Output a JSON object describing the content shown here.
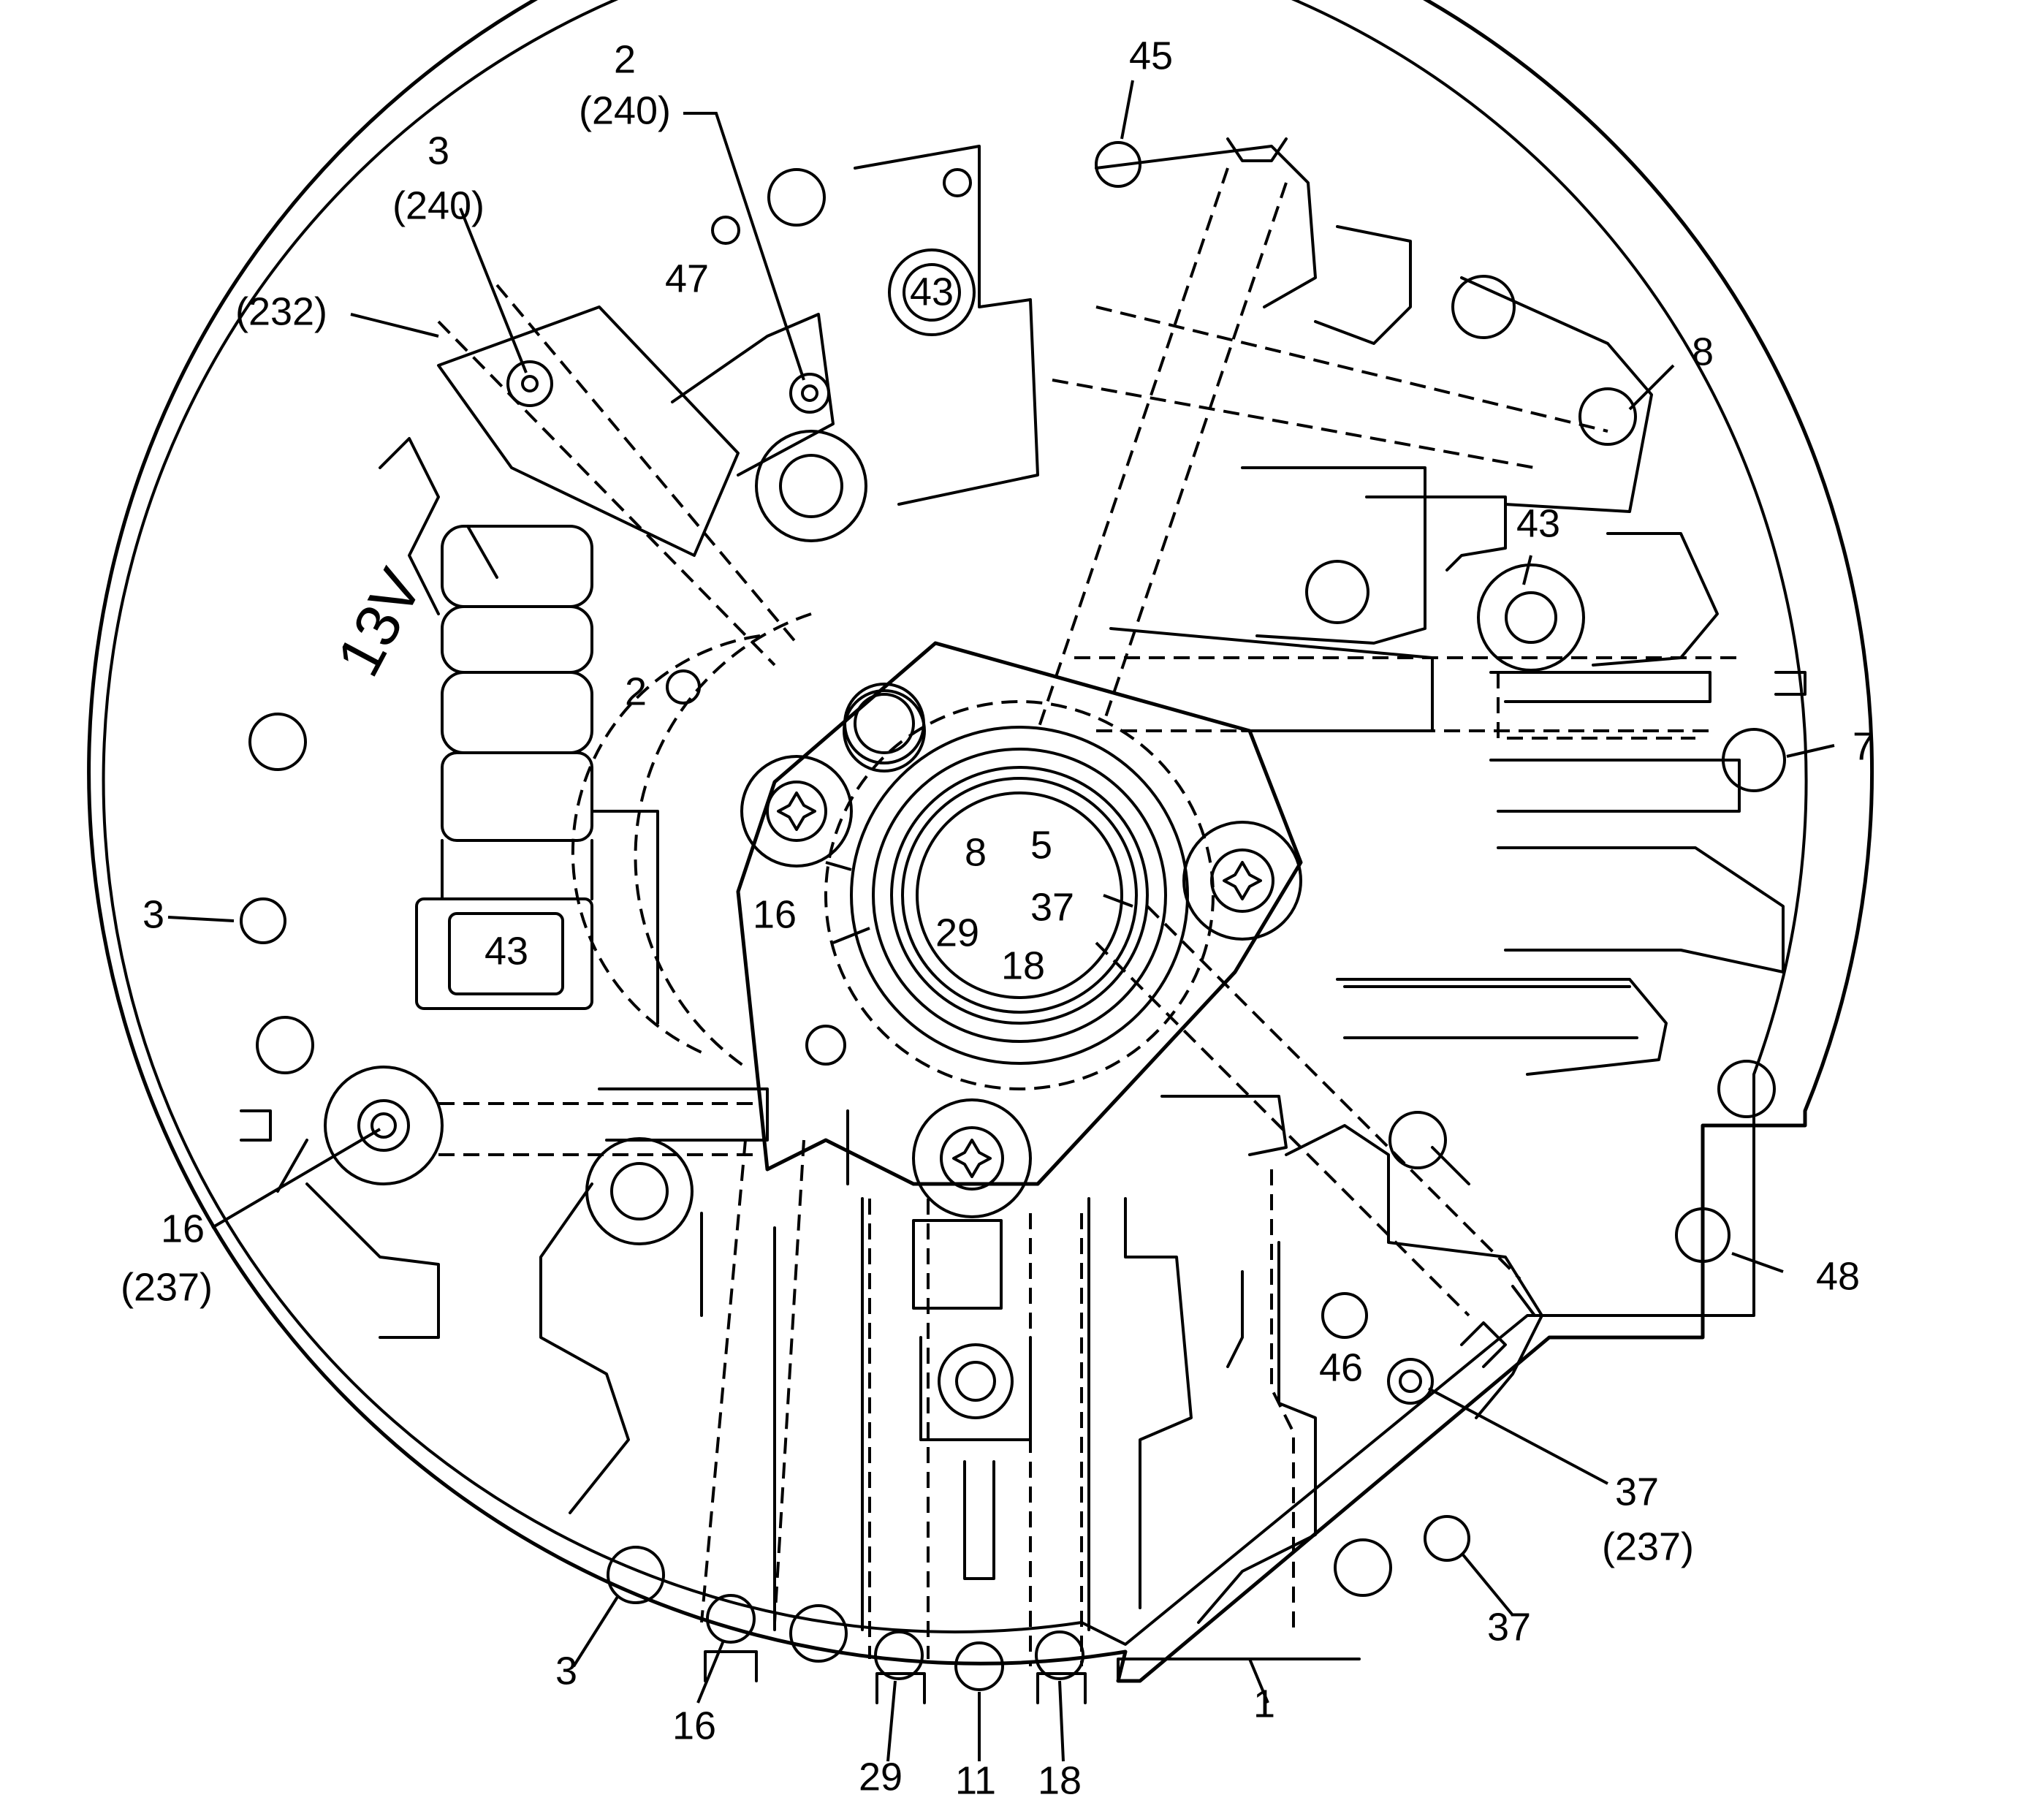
{
  "diagram": {
    "stamp": "13V",
    "body_labels": {
      "n47": "47",
      "n43_top": "43",
      "n2_inner": "2",
      "n43_left": "43",
      "n43_right": "43",
      "n8_c": "8",
      "n5_c": "5",
      "n37_c": "37",
      "n16_c": "16",
      "n29_c": "29",
      "n18_c": "18",
      "n46": "46"
    },
    "callouts": {
      "c2": "2",
      "c240a": "(240)",
      "c45": "45",
      "c3top": "3",
      "c240b": "(240)",
      "c232": "(232)",
      "c8": "8",
      "c7": "7",
      "c3left": "3",
      "c16": "16",
      "c237a": "(237)",
      "c48": "48",
      "c37": "37",
      "c237b": "(237)",
      "c37b": "37",
      "c3bot": "3",
      "c16b": "16",
      "c29": "29",
      "c11": "11",
      "c18": "18",
      "c1": "1"
    }
  }
}
